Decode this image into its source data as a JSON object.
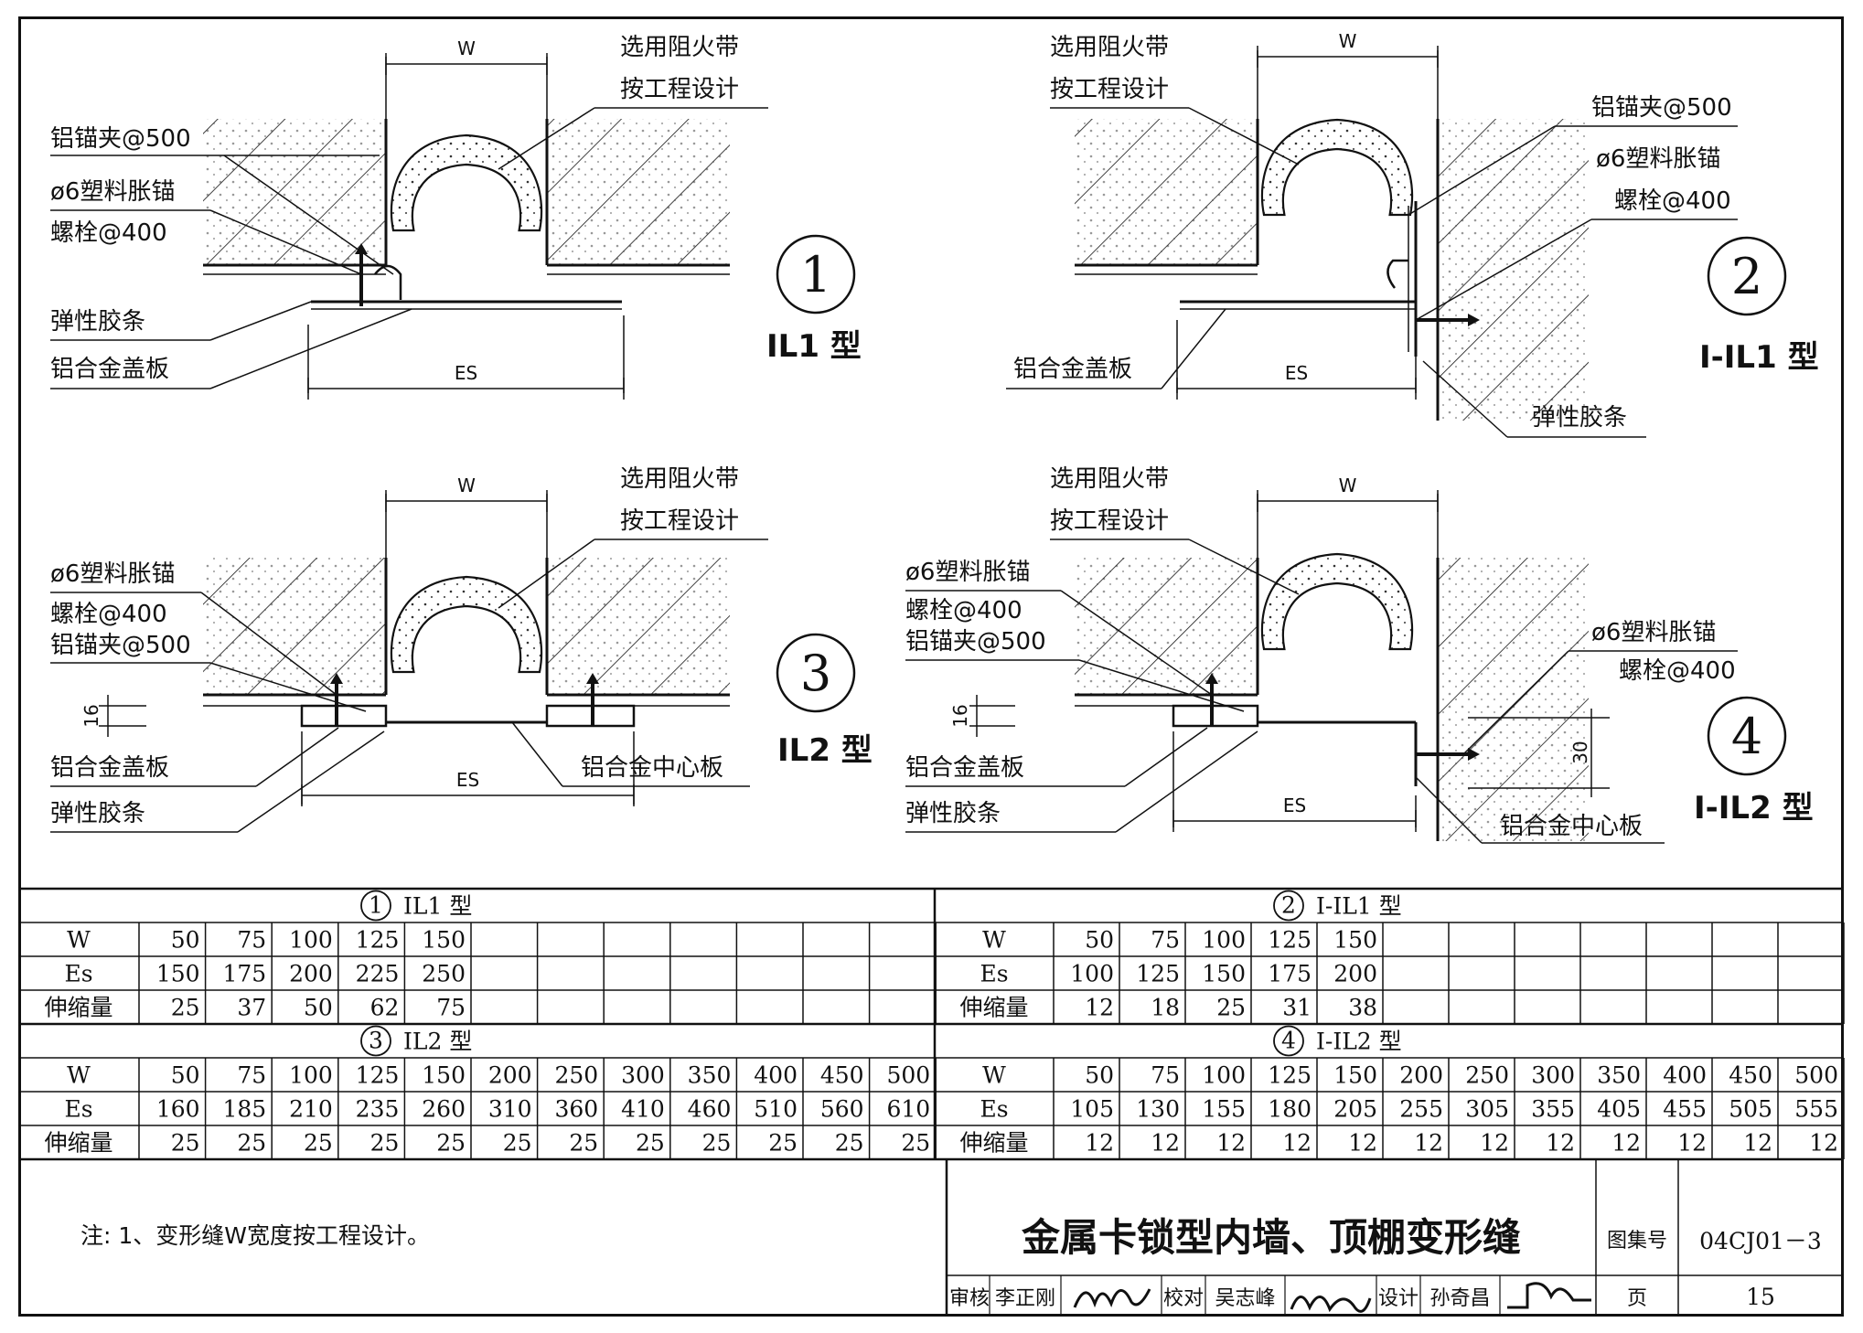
{
  "colors": {
    "ink": "#111111",
    "foam": "#f4f4f4"
  },
  "details": [
    {
      "num": "1",
      "type": "IL1 型",
      "w": "W",
      "es": "ES",
      "fire_label": [
        "选用阻火带",
        "按工程设计"
      ],
      "labels": {
        "anchor_clip": "铝锚夹@500",
        "bolt_1": "ø6塑料胀锚",
        "bolt_2": "螺栓@400",
        "strip": "弹性胶条",
        "cover": "铝合金盖板"
      }
    },
    {
      "num": "2",
      "type": "I-IL1 型",
      "w": "W",
      "es": "ES",
      "fire_label": [
        "选用阻火带",
        "按工程设计"
      ],
      "labels": {
        "anchor_clip": "铝锚夹@500",
        "bolt_1": "ø6塑料胀锚",
        "bolt_2": "螺栓@400",
        "strip": "弹性胶条",
        "cover": "铝合金盖板"
      }
    },
    {
      "num": "3",
      "type": "IL2 型",
      "w": "W",
      "es": "ES",
      "dim16": "16",
      "fire_label": [
        "选用阻火带",
        "按工程设计"
      ],
      "labels": {
        "bolt_1": "ø6塑料胀锚",
        "bolt_2": "螺栓@400",
        "anchor_clip": "铝锚夹@500",
        "cover": "铝合金盖板",
        "strip": "弹性胶条",
        "center": "铝合金中心板"
      }
    },
    {
      "num": "4",
      "type": "I-IL2 型",
      "w": "W",
      "es": "ES",
      "dim16": "16",
      "dim30": "30",
      "fire_label": [
        "选用阻火带",
        "按工程设计"
      ],
      "labels": {
        "bolt_1": "ø6塑料胀锚",
        "bolt_2": "螺栓@400",
        "anchor_clip": "铝锚夹@500",
        "cover": "铝合金盖板",
        "strip": "弹性胶条",
        "bolt_r1": "ø6塑料胀锚",
        "bolt_r2": "螺栓@400",
        "center": "铝合金中心板"
      }
    }
  ],
  "tables": [
    {
      "num": "1",
      "title": "IL1 型",
      "rows": [
        {
          "head": "W",
          "values": [
            "50",
            "75",
            "100",
            "125",
            "150"
          ]
        },
        {
          "head": "Es",
          "values": [
            "150",
            "175",
            "200",
            "225",
            "250"
          ]
        },
        {
          "head": "伸缩量",
          "values": [
            "25",
            "37",
            "50",
            "62",
            "75"
          ]
        }
      ]
    },
    {
      "num": "2",
      "title": "I-IL1 型",
      "rows": [
        {
          "head": "W",
          "values": [
            "50",
            "75",
            "100",
            "125",
            "150"
          ]
        },
        {
          "head": "Es",
          "values": [
            "100",
            "125",
            "150",
            "175",
            "200"
          ]
        },
        {
          "head": "伸缩量",
          "values": [
            "12",
            "18",
            "25",
            "31",
            "38"
          ]
        }
      ]
    },
    {
      "num": "3",
      "title": "IL2 型",
      "rows": [
        {
          "head": "W",
          "values": [
            "50",
            "75",
            "100",
            "125",
            "150",
            "200",
            "250",
            "300",
            "350",
            "400",
            "450",
            "500"
          ]
        },
        {
          "head": "Es",
          "values": [
            "160",
            "185",
            "210",
            "235",
            "260",
            "310",
            "360",
            "410",
            "460",
            "510",
            "560",
            "610"
          ]
        },
        {
          "head": "伸缩量",
          "values": [
            "25",
            "25",
            "25",
            "25",
            "25",
            "25",
            "25",
            "25",
            "25",
            "25",
            "25",
            "25"
          ]
        }
      ]
    },
    {
      "num": "4",
      "title": "I-IL2 型",
      "rows": [
        {
          "head": "W",
          "values": [
            "50",
            "75",
            "100",
            "125",
            "150",
            "200",
            "250",
            "300",
            "350",
            "400",
            "450",
            "500"
          ]
        },
        {
          "head": "Es",
          "values": [
            "105",
            "130",
            "155",
            "180",
            "205",
            "255",
            "305",
            "355",
            "405",
            "455",
            "505",
            "555"
          ]
        },
        {
          "head": "伸缩量",
          "values": [
            "12",
            "12",
            "12",
            "12",
            "12",
            "12",
            "12",
            "12",
            "12",
            "12",
            "12",
            "12"
          ]
        }
      ]
    }
  ],
  "note": "注: 1、变形缝W宽度按工程设计。",
  "title_block": {
    "title": "金属卡锁型内墙、顶棚变形缝",
    "atlas_label": "图集号",
    "atlas_no": "04CJ01－3",
    "review_label": "审核",
    "reviewer": "李正刚",
    "check_label": "校对",
    "checker": "吴志峰",
    "design_label": "设计",
    "designer": "孙奇昌",
    "page_label": "页",
    "page": "15"
  }
}
